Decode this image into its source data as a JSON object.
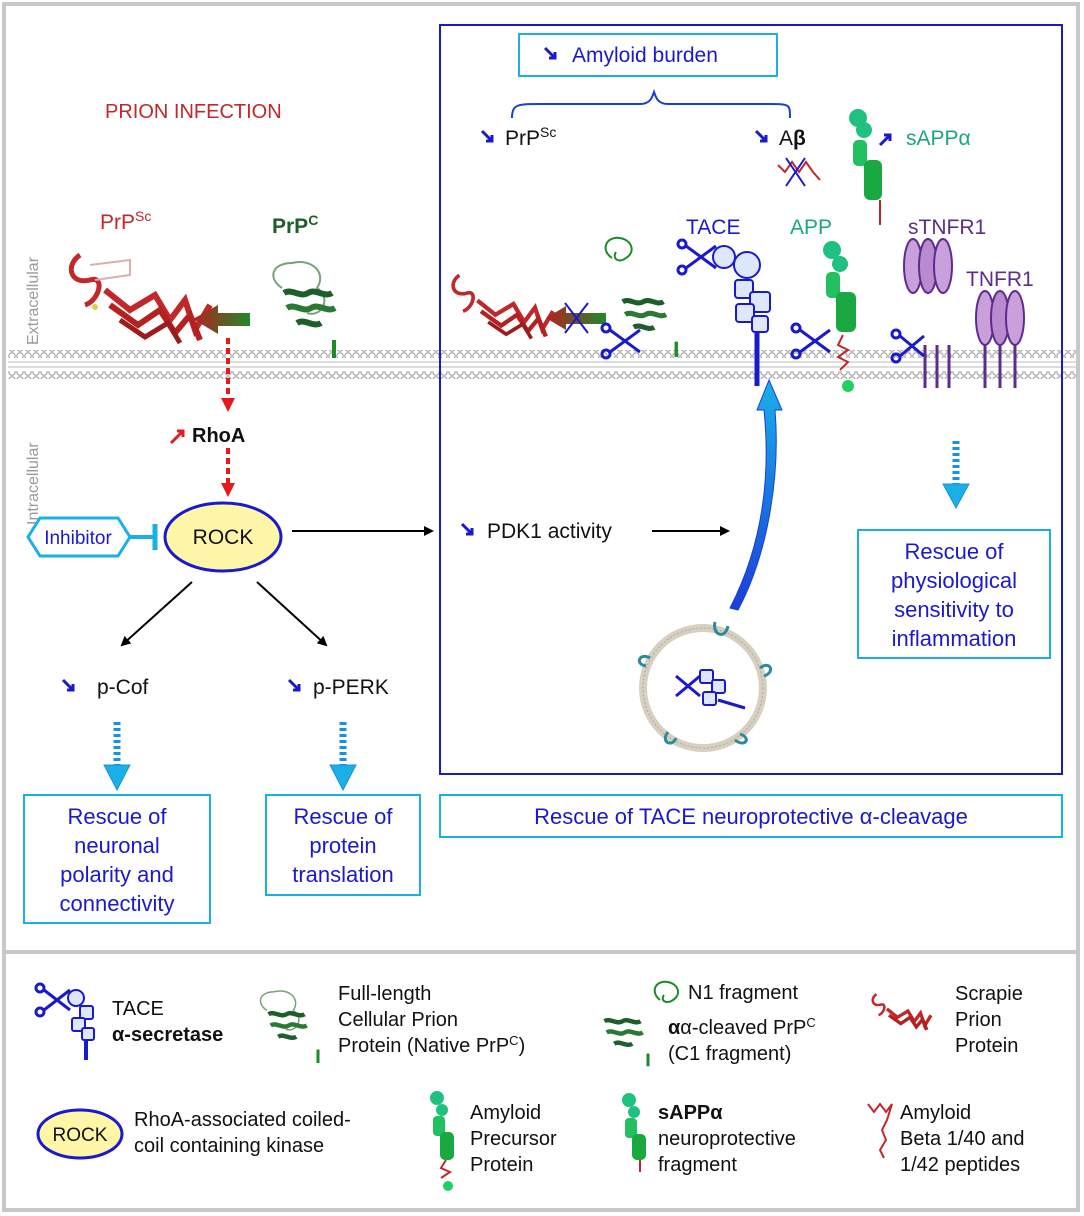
{
  "title": "PRION INFECTION",
  "membrane": {
    "extracellular": "Extracellular",
    "intracellular": "Intracellular"
  },
  "left": {
    "prpsc": {
      "base": "PrP",
      "sup": "Sc"
    },
    "prpc": {
      "base": "PrP",
      "sup": "C"
    },
    "rhoa": "RhoA",
    "rock": "ROCK",
    "inhibitor": "Inhibitor",
    "pcof": "p-Cof",
    "pperk": "p-PERK",
    "rescue_polarity": [
      "Rescue of",
      "neuronal",
      "polarity and",
      "connectivity"
    ],
    "rescue_translation": [
      "Rescue of",
      "protein",
      "translation"
    ]
  },
  "right": {
    "amyloid_burden": "Amyloid burden",
    "prpsc": {
      "base": "PrP",
      "sup": "Sc"
    },
    "abeta": {
      "base": "A",
      "greek": "β"
    },
    "sappa": "sAPPα",
    "tace": "TACE",
    "app": "APP",
    "stnfr1": "sTNFR1",
    "tnfr1": "TNFR1",
    "pdk1": "PDK1 activity",
    "rescue_inflammation": [
      "Rescue of",
      "physiological",
      "sensitivity to",
      "inflammation"
    ],
    "rescue_tace": "Rescue of TACE neuroprotective α-cleavage"
  },
  "legend": {
    "tace": {
      "line1": "TACE",
      "line2": "α-secretase"
    },
    "full_prpc": {
      "line1": "Full-length",
      "line2": "Cellular Prion",
      "line3_base": "Protein (Native PrP",
      "line3_sup": "C",
      "line3_end": ")"
    },
    "n1": "N1 fragment",
    "c1": {
      "line1_base": "α-cleaved PrP",
      "line1_sup": "C",
      "line2": "(C1 fragment)"
    },
    "scrapie": [
      "Scrapie",
      "Prion",
      "Protein"
    ],
    "rock_chip": "ROCK",
    "rock_desc": [
      "RhoA-associated coiled-",
      "coil containing kinase"
    ],
    "app": [
      "Amyloid",
      "Precursor",
      "Protein"
    ],
    "sappa": {
      "line1": "sAPPα",
      "line2": "neuroprotective",
      "line3": "fragment"
    },
    "abeta": [
      "Amyloid",
      "Beta 1/40 and",
      "1/42 peptides"
    ]
  },
  "colors": {
    "red": "#c0282a",
    "dark_green": "#1e5e2a",
    "blue": "#1a1acc",
    "cyan": "#1ab0e6",
    "teal": "#1aa878",
    "purple": "#5e2c8a",
    "rock_fill": "#fff6a8",
    "membrane": "#cfcfcf"
  }
}
